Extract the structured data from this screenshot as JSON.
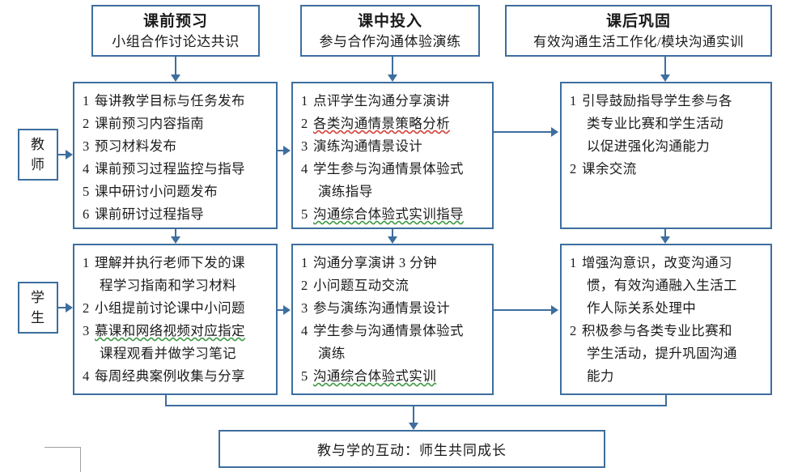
{
  "accent_color": "#3d6e9e",
  "headers": [
    {
      "title": "课前预习",
      "subtitle": "小组合作讨论达共识"
    },
    {
      "title": "课中投入",
      "subtitle": "参与合作沟通体验演练"
    },
    {
      "title": "课后巩固",
      "subtitle": "有效沟通生活工作化/模块沟通实训"
    }
  ],
  "roles": [
    {
      "label_line1": "教",
      "label_line2": "师"
    },
    {
      "label_line1": "学",
      "label_line2": "生"
    }
  ],
  "teacher_row": {
    "col1": {
      "items": [
        {
          "num": "1",
          "text": "每讲教学目标与任务发布"
        },
        {
          "num": "2",
          "text": "课前预习内容指南"
        },
        {
          "num": "3",
          "text": "预习材料发布"
        },
        {
          "num": "4",
          "text": "课前预习过程监控与指导"
        },
        {
          "num": "5",
          "text": "课中研讨小问题发布"
        },
        {
          "num": "6",
          "text": "课前研讨过程指导"
        }
      ]
    },
    "col2": {
      "items": [
        {
          "num": "1",
          "text": "点评学生沟通分享演讲"
        },
        {
          "num": "2",
          "text": "各类沟通情景策略分析",
          "mark": "red"
        },
        {
          "num": "3",
          "text": "演练沟通情景设计"
        },
        {
          "num": "4",
          "text": "学生参与沟通情景体验式"
        },
        {
          "num": "",
          "text": "演练指导",
          "cont": true
        },
        {
          "num": "5",
          "text": "沟通综合体验式实训指导",
          "mark": "green"
        }
      ]
    },
    "col3": {
      "items": [
        {
          "num": "1",
          "text": "引导鼓励指导学生参与各"
        },
        {
          "num": "",
          "text": "类专业比赛和学生活动",
          "cont": true
        },
        {
          "num": "",
          "text": "以促进强化沟通能力",
          "cont": true
        },
        {
          "num": "2",
          "text": "课余交流"
        }
      ]
    }
  },
  "student_row": {
    "col1": {
      "items": [
        {
          "num": "1",
          "text": "理解并执行老师下发的课"
        },
        {
          "num": "",
          "text": "程学习指南和学习材料",
          "cont": true
        },
        {
          "num": "2",
          "text": "小组提前讨论课中小问题"
        },
        {
          "num": "3",
          "text": "慕课和网络视频对应指定",
          "mark": "green"
        },
        {
          "num": "",
          "text": "课程观看并做学习笔记",
          "cont": true
        },
        {
          "num": "4",
          "text": "每周经典案例收集与分享"
        }
      ]
    },
    "col2": {
      "items": [
        {
          "num": "1",
          "text": "沟通分享演讲 3 分钟"
        },
        {
          "num": "2",
          "text": "小问题互动交流"
        },
        {
          "num": "3",
          "text": "参与演练沟通情景设计"
        },
        {
          "num": "4",
          "text": "学生参与沟通情景体验式"
        },
        {
          "num": "",
          "text": "演练",
          "cont": true
        },
        {
          "num": "5",
          "text": "沟通综合体验式实训",
          "mark": "green"
        }
      ]
    },
    "col3": {
      "items": [
        {
          "num": "1",
          "text": "增强沟意识，改变沟通习"
        },
        {
          "num": "",
          "text": "惯，有效沟通融入生活工",
          "cont": true
        },
        {
          "num": "",
          "text": "作人际关系处理中",
          "cont": true
        },
        {
          "num": "2",
          "text": "积极参与各类专业比赛和"
        },
        {
          "num": "",
          "text": "学生活动，提升巩固沟通",
          "cont": true
        },
        {
          "num": "",
          "text": "能力",
          "cont": true
        }
      ]
    }
  },
  "banner": {
    "text": "教与学的互动：师生共同成长"
  }
}
